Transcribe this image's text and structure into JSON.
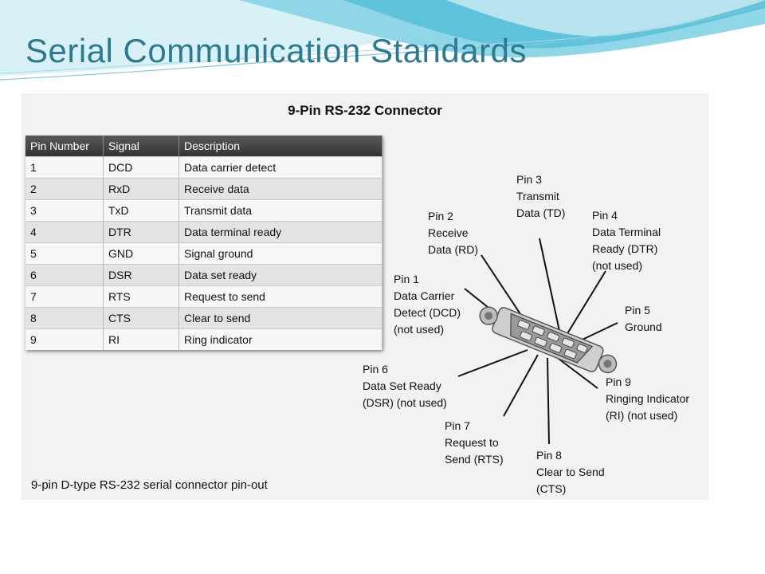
{
  "slide": {
    "title": "Serial Communication Standards"
  },
  "figure": {
    "title": "9-Pin RS-232 Connector",
    "caption": "9-pin D-type RS-232 serial connector pin-out",
    "table": {
      "headers": [
        "Pin Number",
        "Signal",
        "Description"
      ],
      "rows": [
        [
          "1",
          "DCD",
          "Data carrier detect"
        ],
        [
          "2",
          "RxD",
          "Receive data"
        ],
        [
          "3",
          "TxD",
          "Transmit data"
        ],
        [
          "4",
          "DTR",
          "Data terminal ready"
        ],
        [
          "5",
          "GND",
          "Signal ground"
        ],
        [
          "6",
          "DSR",
          "Data set ready"
        ],
        [
          "7",
          "RTS",
          "Request to send"
        ],
        [
          "8",
          "CTS",
          "Clear to send"
        ],
        [
          "9",
          "RI",
          "Ring indicator"
        ]
      ]
    },
    "pin_labels": {
      "pin1": [
        "Pin 1",
        "Data Carrier",
        "Detect (DCD)",
        "(not used)"
      ],
      "pin2": [
        "Pin 2",
        "Receive",
        "Data (RD)"
      ],
      "pin3": [
        "Pin 3",
        "Transmit",
        "Data (TD)"
      ],
      "pin4": [
        "Pin 4",
        "Data Terminal",
        "Ready (DTR)",
        "(not used)"
      ],
      "pin5": [
        "Pin 5",
        "Ground"
      ],
      "pin6": [
        "Pin 6",
        "Data Set Ready",
        "(DSR) (not used)"
      ],
      "pin7": [
        "Pin 7",
        "Request to",
        "Send (RTS)"
      ],
      "pin8": [
        "Pin 8",
        "Clear to Send",
        "(CTS)"
      ],
      "pin9": [
        "Pin 9",
        "Ringing Indicator",
        "(RI) (not used)"
      ]
    }
  },
  "colors": {
    "title": "#2b7a8f",
    "wave_light": "#bfe8f2",
    "wave_mid": "#7fd0e4",
    "figure_bg": "#f2f2f2",
    "table_header": "#444444"
  }
}
